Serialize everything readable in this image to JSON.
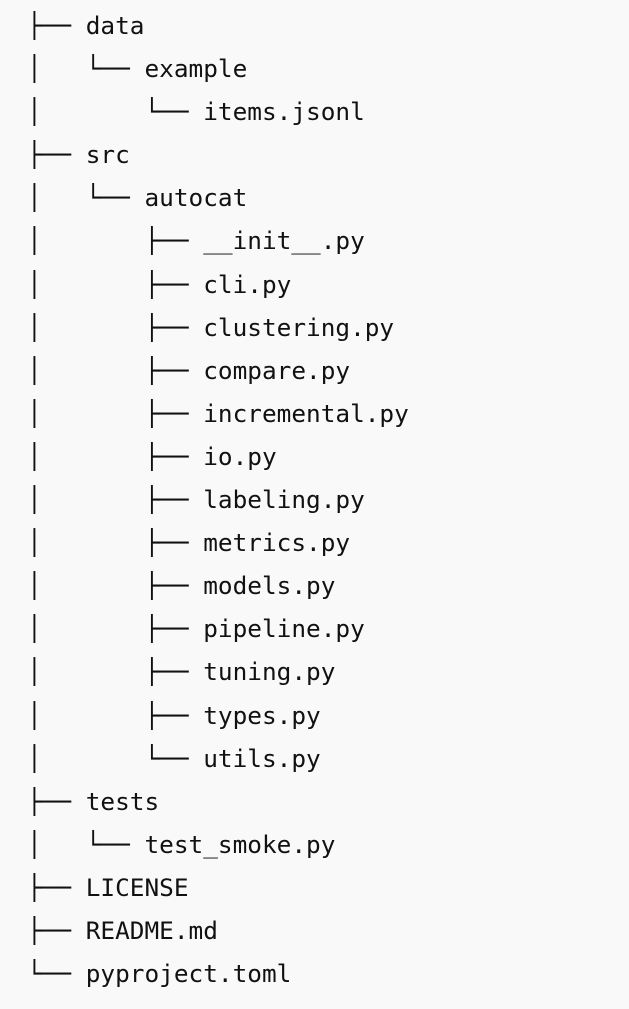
{
  "tree": {
    "lines": [
      {
        "prefix": "├── ",
        "name": "data",
        "type": "directory"
      },
      {
        "prefix": "│   └── ",
        "name": "example",
        "type": "directory"
      },
      {
        "prefix": "│       └── ",
        "name": "items.jsonl",
        "type": "file"
      },
      {
        "prefix": "├── ",
        "name": "src",
        "type": "directory"
      },
      {
        "prefix": "│   └── ",
        "name": "autocat",
        "type": "directory"
      },
      {
        "prefix": "│       ├── ",
        "name": "__init__.py",
        "type": "file"
      },
      {
        "prefix": "│       ├── ",
        "name": "cli.py",
        "type": "file"
      },
      {
        "prefix": "│       ├── ",
        "name": "clustering.py",
        "type": "file"
      },
      {
        "prefix": "│       ├── ",
        "name": "compare.py",
        "type": "file"
      },
      {
        "prefix": "│       ├── ",
        "name": "incremental.py",
        "type": "file"
      },
      {
        "prefix": "│       ├── ",
        "name": "io.py",
        "type": "file"
      },
      {
        "prefix": "│       ├── ",
        "name": "labeling.py",
        "type": "file"
      },
      {
        "prefix": "│       ├── ",
        "name": "metrics.py",
        "type": "file"
      },
      {
        "prefix": "│       ├── ",
        "name": "models.py",
        "type": "file"
      },
      {
        "prefix": "│       ├── ",
        "name": "pipeline.py",
        "type": "file"
      },
      {
        "prefix": "│       ├── ",
        "name": "tuning.py",
        "type": "file"
      },
      {
        "prefix": "│       ├── ",
        "name": "types.py",
        "type": "file"
      },
      {
        "prefix": "│       └── ",
        "name": "utils.py",
        "type": "file"
      },
      {
        "prefix": "├── ",
        "name": "tests",
        "type": "directory"
      },
      {
        "prefix": "│   └── ",
        "name": "test_smoke.py",
        "type": "file"
      },
      {
        "prefix": "├── ",
        "name": "LICENSE",
        "type": "file"
      },
      {
        "prefix": "├── ",
        "name": "README.md",
        "type": "file"
      },
      {
        "prefix": "└── ",
        "name": "pyproject.toml",
        "type": "file"
      }
    ]
  },
  "colors": {
    "background": "#f9f9f9",
    "text": "#111111"
  }
}
